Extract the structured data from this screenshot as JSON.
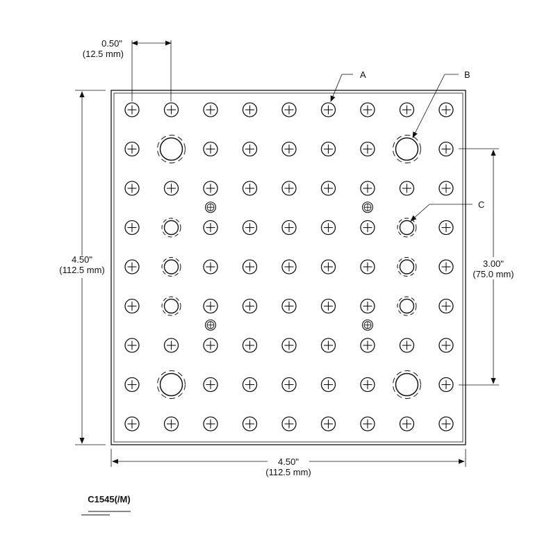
{
  "drawing": {
    "part_number": "C1545(/M)",
    "pitch_dim": {
      "imperial": "0.50\"",
      "metric": "(12.5 mm)"
    },
    "height_dim": {
      "imperial": "4.50\"",
      "metric": "(112.5 mm)"
    },
    "width_dim": {
      "imperial": "4.50\"",
      "metric": "(112.5 mm)"
    },
    "mount_spacing_dim": {
      "imperial": "3.00\"",
      "metric": "(75.0 mm)"
    },
    "callouts": {
      "a": "A",
      "b": "B",
      "c": "C"
    },
    "hole_grid": {
      "rows": 9,
      "columns": 9
    },
    "large_holes": [
      [
        1,
        1
      ],
      [
        1,
        7
      ],
      [
        7,
        1
      ],
      [
        7,
        7
      ]
    ],
    "medium_holes": [
      [
        3,
        1
      ],
      [
        4,
        1
      ],
      [
        5,
        1
      ],
      [
        3,
        7
      ],
      [
        4,
        7
      ],
      [
        5,
        7
      ]
    ],
    "small_marks": [
      [
        2,
        2
      ],
      [
        2,
        6
      ],
      [
        5,
        2
      ],
      [
        5,
        6
      ]
    ],
    "colors": {
      "line": "#111111",
      "plate_fill": "#ffffff"
    }
  }
}
